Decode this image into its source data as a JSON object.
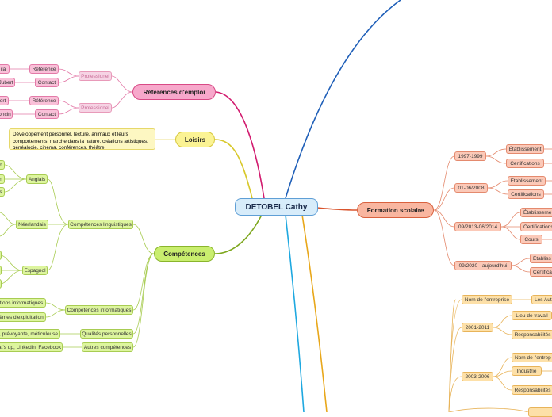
{
  "root": "DETOBEL Cathy",
  "references": {
    "title": "Références d'emploi",
    "group1": {
      "label": "Professionel",
      "ref_label": "Référence",
      "ref_value": "ila",
      "contact_label": "Contact",
      "contact_value": "Jubert"
    },
    "group2": {
      "label": "Professionel",
      "ref_label": "Référence",
      "ref_value": "ert",
      "contact_label": "Contact",
      "contact_value": "oncin"
    }
  },
  "loisirs": {
    "title": "Loisirs",
    "text": "Développement personnel, lecture, animaux et leurs comportements, marche dans la nature, créations artistiques, généalogie, cinéma, conférences, théâtre"
  },
  "competences": {
    "title": "Compétences",
    "linguistiques": {
      "label": "Compétences linguistiques",
      "anglais": {
        "label": "Anglais",
        "items": [
          "n",
          "n",
          "s"
        ]
      },
      "neerlandais": {
        "label": "Néerlandais"
      },
      "espagnol": {
        "label": "Espagnol"
      }
    },
    "informatiques": {
      "label": "Compétences informatiques",
      "items": [
        "tions informatiques",
        "èmes d'exploitation"
      ]
    },
    "qualites": {
      "label": "Qualités personnelles",
      "value": ", prévoyante, méticuleuse"
    },
    "autres": {
      "label": "Autres compétences",
      "value": "at's up, Linkedin, Facebook"
    }
  },
  "formation": {
    "title": "Formation scolaire",
    "periods": [
      {
        "label": "1997-1999",
        "items": [
          "Établissement",
          "Certifications"
        ]
      },
      {
        "label": "01-06/2008",
        "items": [
          "Établissement",
          "Certifications"
        ]
      },
      {
        "label": "09/2013-06/2014",
        "items": [
          "Établisseme",
          "Certifications",
          "Cours"
        ]
      },
      {
        "label": "09/2020 - aujourd'hui",
        "items": [
          "Établiss",
          "Certifica"
        ]
      }
    ]
  },
  "experience": {
    "entreprise_label": "Nom de l'entreprise",
    "entreprise_value": "Les Aut",
    "periods": [
      {
        "label": "2001-2011",
        "items": [
          "Lieu de travail",
          "Responsabilités"
        ]
      },
      {
        "label": "2003-2006",
        "items": [
          "Nom de l'entrep",
          "Industrie",
          "Responsabilités"
        ]
      }
    ]
  }
}
